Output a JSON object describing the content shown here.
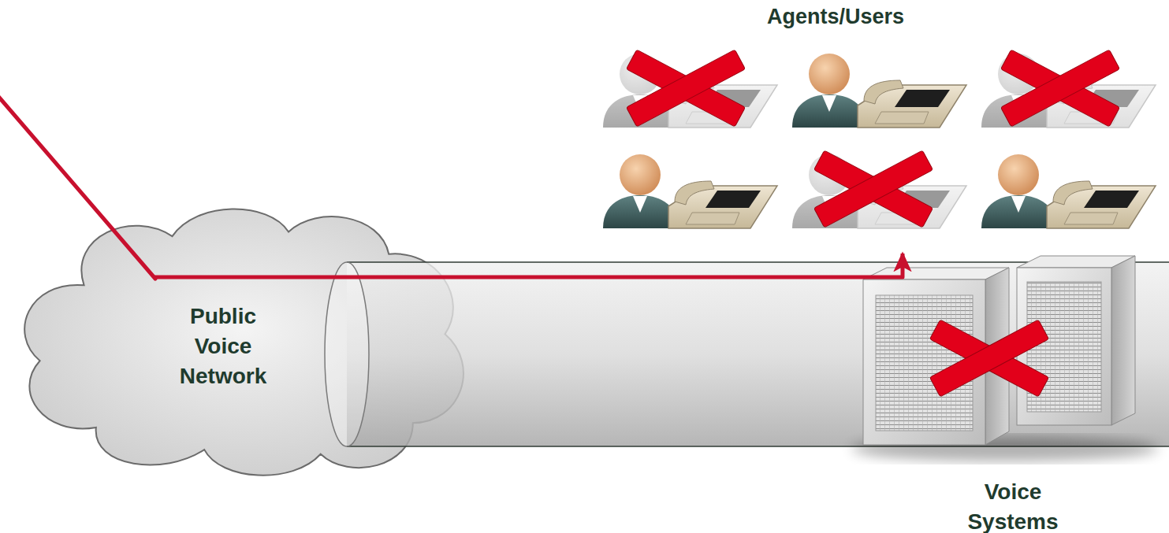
{
  "diagram": {
    "nodes": [
      {
        "text": [
          "Public Voice Network"
        ]
      },
      {
        "text": [
          "Agents/Users"
        ]
      },
      {
        "text": [
          "Voice Systems"
        ]
      }
    ],
    "edges": [
      {
        "from": 0,
        "to": 2,
        "arrow": "none"
      },
      {
        "from": 0,
        "to": 1,
        "arrow": "to"
      }
    ]
  }
}
